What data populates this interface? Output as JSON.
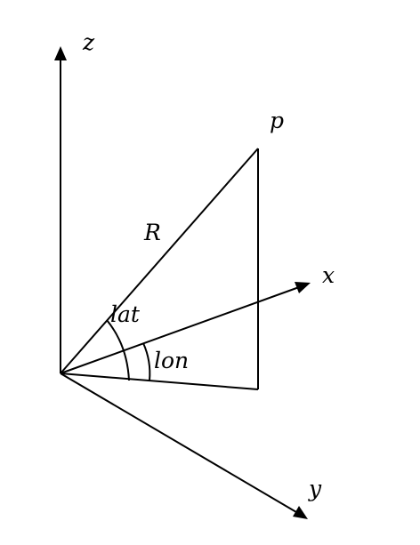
{
  "labels": {
    "z_axis": "z",
    "x_axis": "x",
    "y_axis": "y",
    "point": "p",
    "radius": "R",
    "latitude": "lat",
    "longitude": "lon"
  },
  "colors": {
    "line": "#000000",
    "background": "#ffffff"
  }
}
